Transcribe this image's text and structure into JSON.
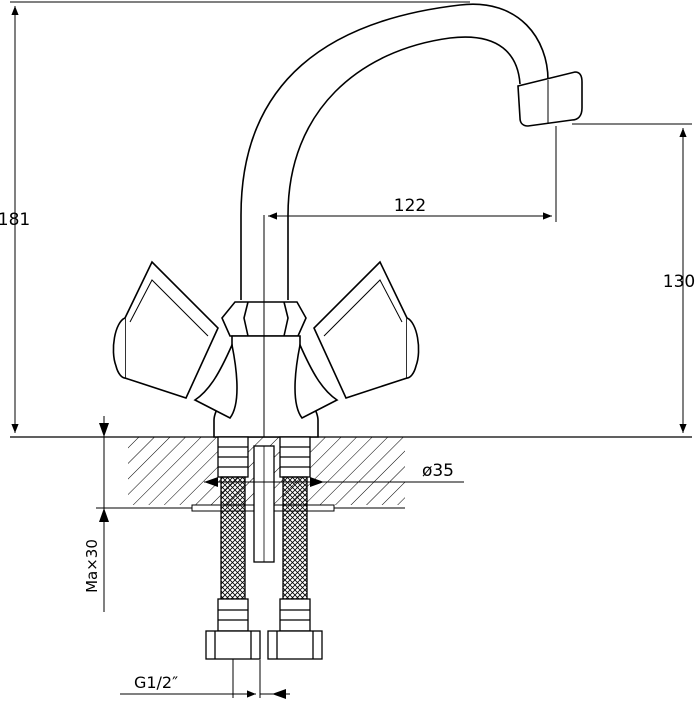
{
  "drawing": {
    "dimensions": {
      "total_height": "181",
      "spout_reach": "122",
      "spout_height": "130",
      "body_diameter": "ø35",
      "mount_thread": "Mа×30",
      "hose_thread": "G1/2″"
    }
  },
  "colors": {
    "line": "#000000",
    "background": "#ffffff"
  }
}
